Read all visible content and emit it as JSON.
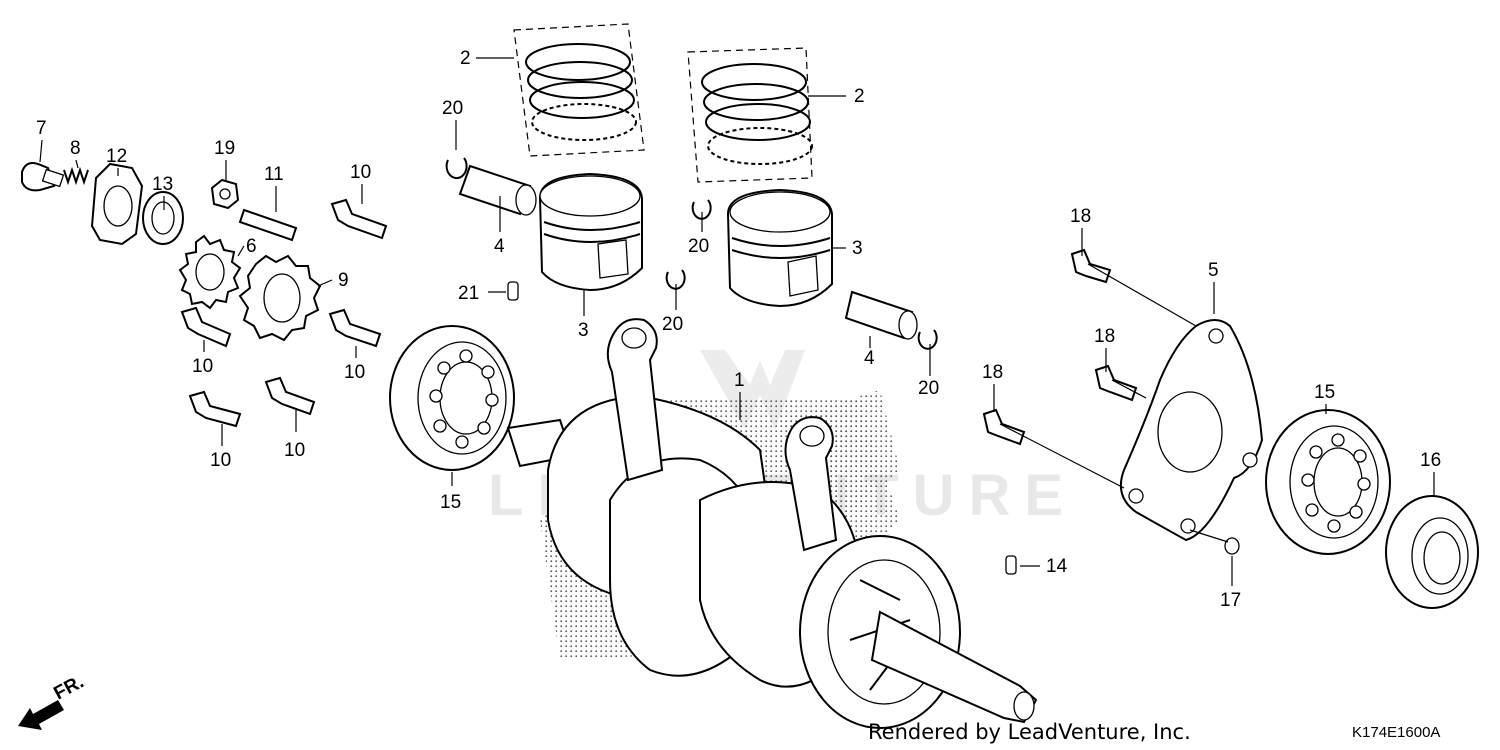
{
  "watermark": "LEADVENTURE",
  "footer": {
    "credit": "Rendered by LeadVenture, Inc.",
    "code": "K174E1600A"
  },
  "direction": {
    "label": "FR."
  },
  "callouts": [
    {
      "id": "c7",
      "text": "7"
    },
    {
      "id": "c8",
      "text": "8"
    },
    {
      "id": "c12",
      "text": "12"
    },
    {
      "id": "c13",
      "text": "13"
    },
    {
      "id": "c19",
      "text": "19"
    },
    {
      "id": "c11",
      "text": "11"
    },
    {
      "id": "c10a",
      "text": "10"
    },
    {
      "id": "c6",
      "text": "6"
    },
    {
      "id": "c9",
      "text": "9"
    },
    {
      "id": "c10b",
      "text": "10"
    },
    {
      "id": "c10c",
      "text": "10"
    },
    {
      "id": "c10d",
      "text": "10"
    },
    {
      "id": "c10e",
      "text": "10"
    },
    {
      "id": "c2a",
      "text": "2"
    },
    {
      "id": "c2b",
      "text": "2"
    },
    {
      "id": "c20a",
      "text": "20"
    },
    {
      "id": "c4a",
      "text": "4"
    },
    {
      "id": "c21",
      "text": "21"
    },
    {
      "id": "c3a",
      "text": "3"
    },
    {
      "id": "c20b",
      "text": "20"
    },
    {
      "id": "c20c",
      "text": "20"
    },
    {
      "id": "c3b",
      "text": "3"
    },
    {
      "id": "c4b",
      "text": "4"
    },
    {
      "id": "c20d",
      "text": "20"
    },
    {
      "id": "c1",
      "text": "1"
    },
    {
      "id": "c15a",
      "text": "15"
    },
    {
      "id": "c18a",
      "text": "18"
    },
    {
      "id": "c5",
      "text": "5"
    },
    {
      "id": "c18b",
      "text": "18"
    },
    {
      "id": "c18c",
      "text": "18"
    },
    {
      "id": "c15b",
      "text": "15"
    },
    {
      "id": "c16",
      "text": "16"
    },
    {
      "id": "c14",
      "text": "14"
    },
    {
      "id": "c17",
      "text": "17"
    }
  ]
}
